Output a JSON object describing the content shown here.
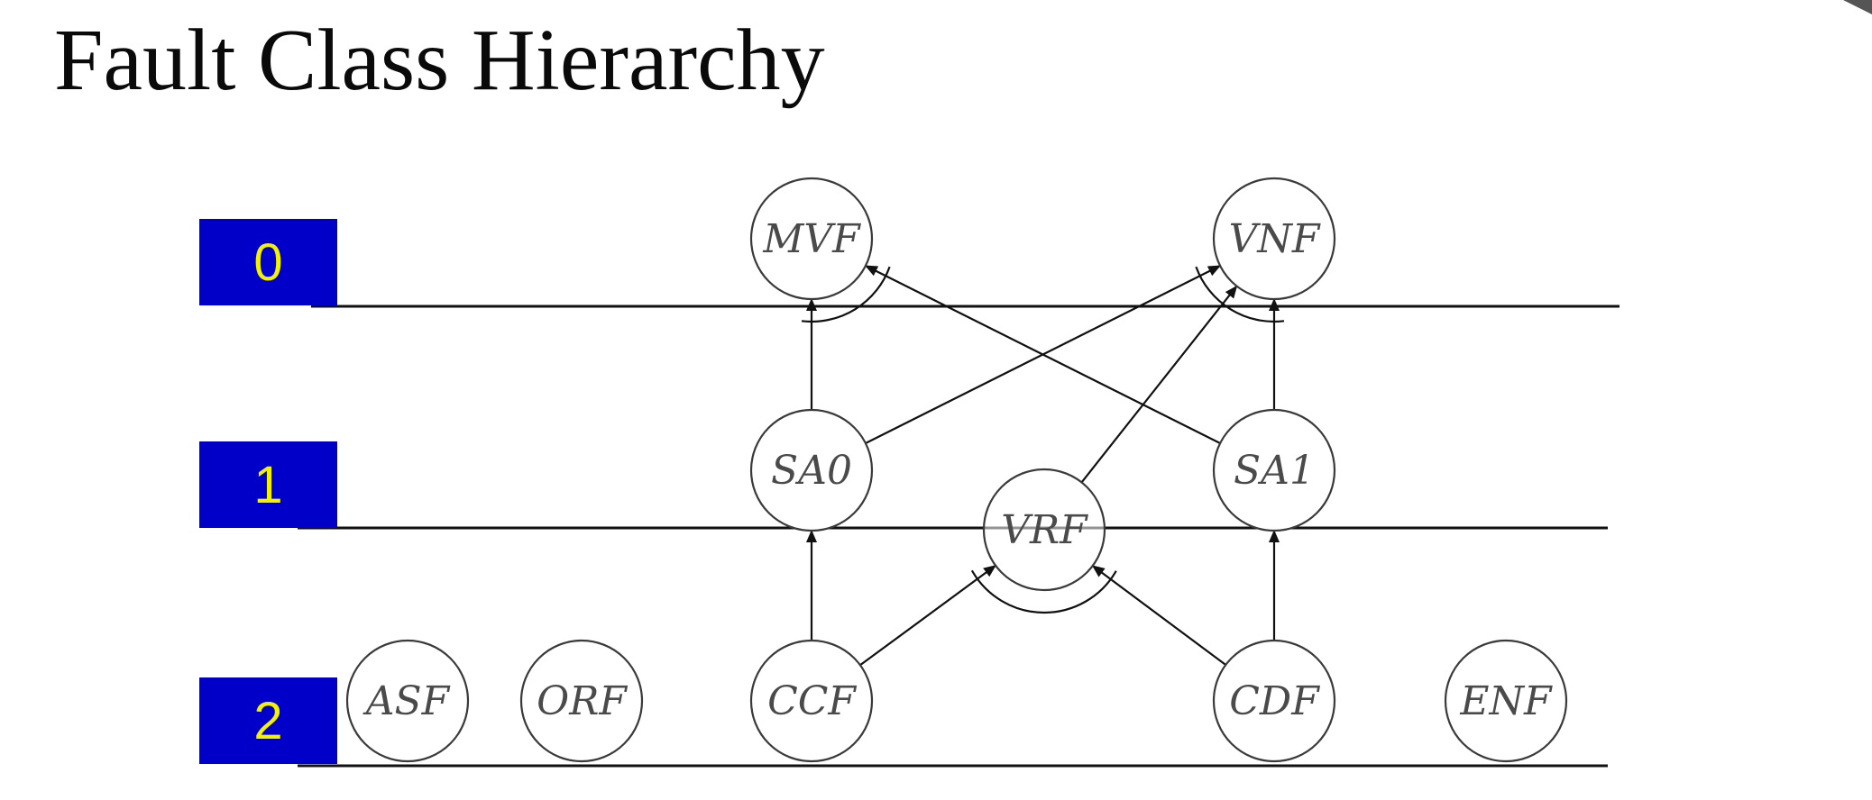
{
  "title": "Fault Class Hierarchy",
  "colors": {
    "level_box": "#0000c8",
    "level_text": "#f2f200",
    "lines": "#111111",
    "node_stroke": "#3a3a3a",
    "node_text": "#4a4a4a",
    "corner_mark": "#555555"
  },
  "levels": [
    {
      "id": "level-0",
      "label": "0"
    },
    {
      "id": "level-1",
      "label": "1"
    },
    {
      "id": "level-2",
      "label": "2"
    }
  ],
  "nodes": [
    {
      "id": "mvf",
      "label": "MVF",
      "level": 0
    },
    {
      "id": "vnf",
      "label": "VNF",
      "level": 0
    },
    {
      "id": "sa0",
      "label": "SA0",
      "level": 1
    },
    {
      "id": "sa1",
      "label": "SA1",
      "level": 1
    },
    {
      "id": "vrf",
      "label": "VRF",
      "level": 1
    },
    {
      "id": "asf",
      "label": "ASF",
      "level": 2
    },
    {
      "id": "orf",
      "label": "ORF",
      "level": 2
    },
    {
      "id": "ccf",
      "label": "CCF",
      "level": 2
    },
    {
      "id": "cdf",
      "label": "CDF",
      "level": 2
    },
    {
      "id": "enf",
      "label": "ENF",
      "level": 2
    }
  ],
  "edges": [
    {
      "from": "sa0",
      "to": "mvf"
    },
    {
      "from": "sa1",
      "to": "mvf"
    },
    {
      "from": "sa0",
      "to": "vnf"
    },
    {
      "from": "sa1",
      "to": "vnf"
    },
    {
      "from": "vrf",
      "to": "vnf"
    },
    {
      "from": "ccf",
      "to": "sa0"
    },
    {
      "from": "cdf",
      "to": "sa1"
    },
    {
      "from": "ccf",
      "to": "vrf"
    },
    {
      "from": "cdf",
      "to": "vrf"
    }
  ],
  "conjunctions": [
    {
      "target": "mvf",
      "sources": [
        "sa0",
        "sa1"
      ]
    },
    {
      "target": "vnf",
      "sources": [
        "sa0",
        "sa1"
      ]
    },
    {
      "target": "vrf",
      "sources": [
        "ccf",
        "cdf"
      ]
    }
  ]
}
